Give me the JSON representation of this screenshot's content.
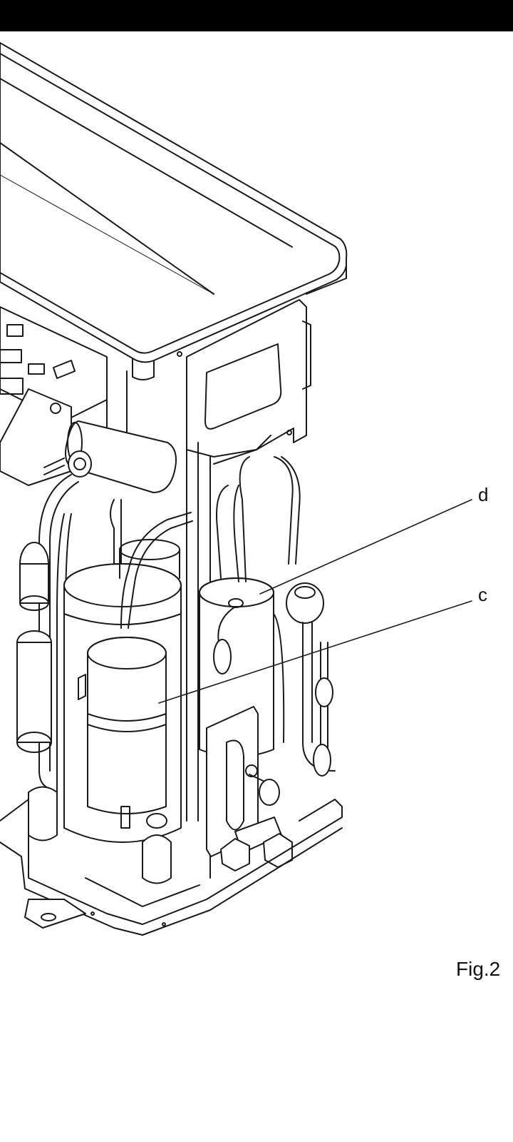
{
  "labels": {
    "d": "d",
    "c": "c"
  },
  "caption": "Fig.2",
  "colors": {
    "header": "#000000",
    "line": "#1a1a1a",
    "background": "#ffffff"
  }
}
